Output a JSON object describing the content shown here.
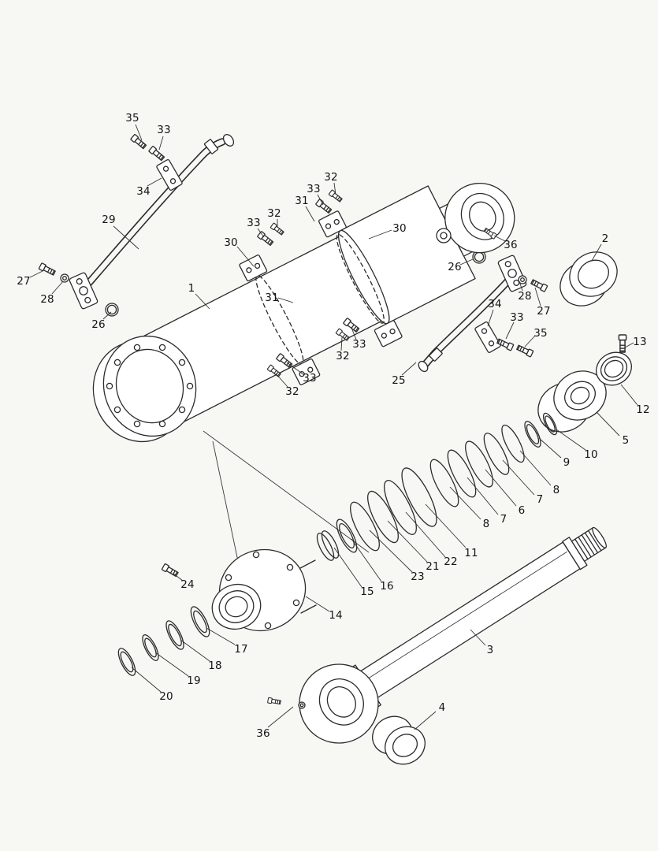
{
  "figure": {
    "background_color": "#f7f7f4",
    "line_color": "#2b2b2b"
  },
  "callouts": [
    {
      "part": "35"
    },
    {
      "part": "33"
    },
    {
      "part": "34"
    },
    {
      "part": "29"
    },
    {
      "part": "27"
    },
    {
      "part": "28"
    },
    {
      "part": "26"
    },
    {
      "part": "1"
    },
    {
      "part": "30"
    },
    {
      "part": "33"
    },
    {
      "part": "32"
    },
    {
      "part": "31"
    },
    {
      "part": "33"
    },
    {
      "part": "32"
    },
    {
      "part": "30"
    },
    {
      "part": "31"
    },
    {
      "part": "26"
    },
    {
      "part": "36"
    },
    {
      "part": "2"
    },
    {
      "part": "28"
    },
    {
      "part": "27"
    },
    {
      "part": "34"
    },
    {
      "part": "33"
    },
    {
      "part": "35"
    },
    {
      "part": "13"
    },
    {
      "part": "12"
    },
    {
      "part": "5"
    },
    {
      "part": "10"
    },
    {
      "part": "9"
    },
    {
      "part": "8"
    },
    {
      "part": "7"
    },
    {
      "part": "6"
    },
    {
      "part": "7"
    },
    {
      "part": "8"
    },
    {
      "part": "11"
    },
    {
      "part": "22"
    },
    {
      "part": "21"
    },
    {
      "part": "23"
    },
    {
      "part": "16"
    },
    {
      "part": "15"
    },
    {
      "part": "25"
    },
    {
      "part": "33"
    },
    {
      "part": "32"
    },
    {
      "part": "33"
    },
    {
      "part": "32"
    },
    {
      "part": "24"
    },
    {
      "part": "14"
    },
    {
      "part": "17"
    },
    {
      "part": "18"
    },
    {
      "part": "19"
    },
    {
      "part": "20"
    },
    {
      "part": "3"
    },
    {
      "part": "36"
    },
    {
      "part": "4"
    }
  ]
}
